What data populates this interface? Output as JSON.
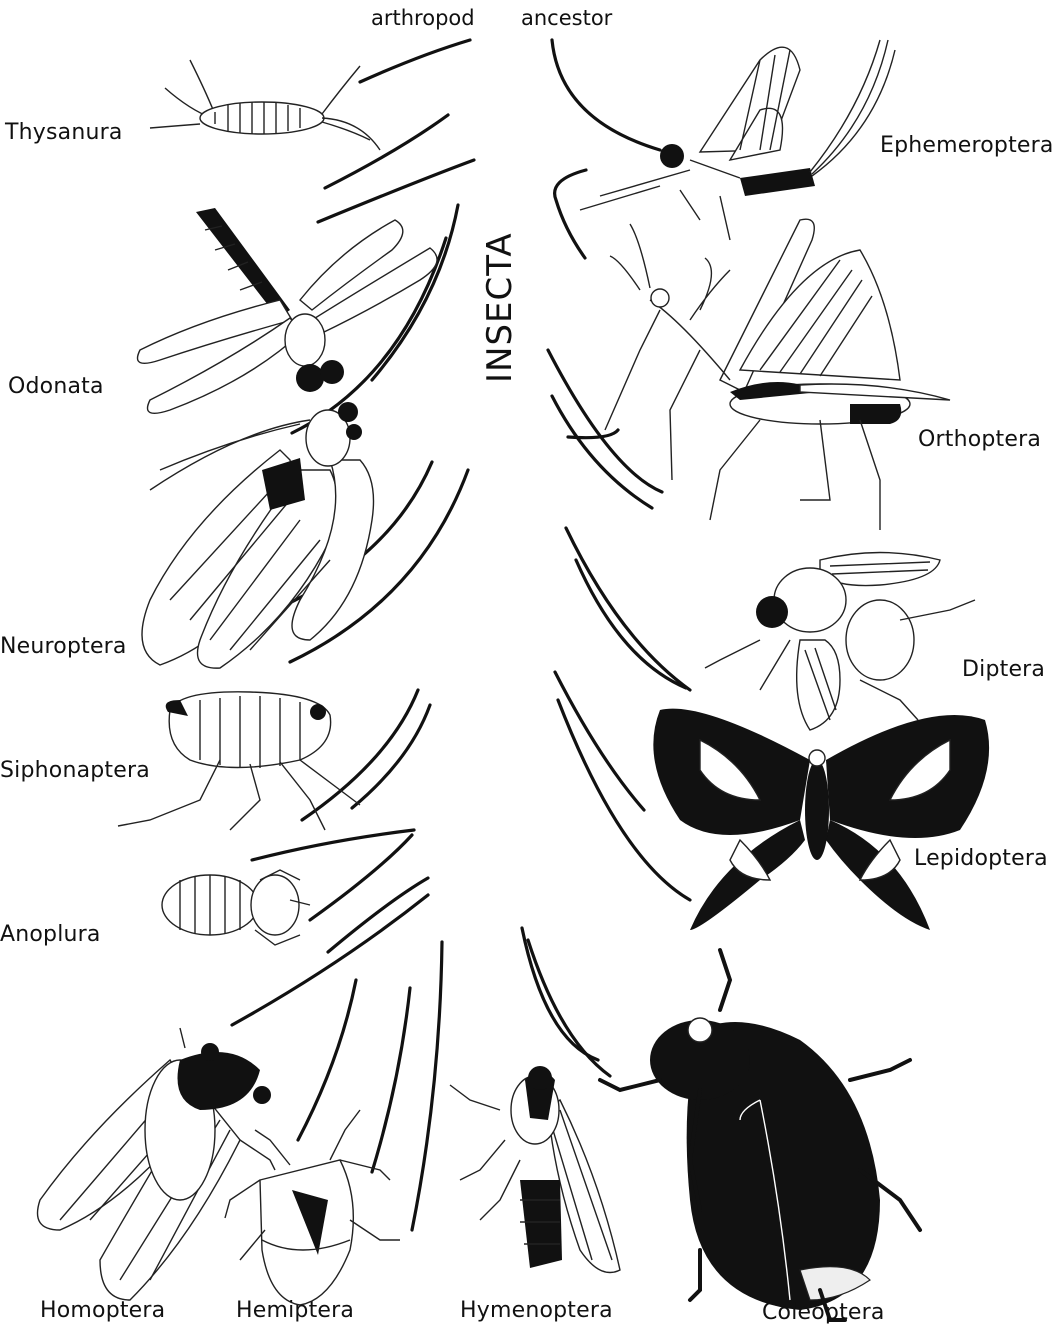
{
  "diagram": {
    "root_label": "arthropod ancestor",
    "root_word_1": "arthropod",
    "root_word_2": "ancestor",
    "group_label": "INSECTA",
    "orders": {
      "thysanura": "Thysanura",
      "ephemeroptera": "Ephemeroptera",
      "odonata": "Odonata",
      "orthoptera": "Orthoptera",
      "neuroptera": "Neuroptera",
      "diptera": "Diptera",
      "siphonaptera": "Siphonaptera",
      "lepidoptera": "Lepidoptera",
      "anoplura": "Anoplura",
      "homoptera": "Homoptera",
      "hemiptera": "Hemiptera",
      "hymenoptera": "Hymenoptera",
      "coleoptera": "Coleoptera"
    }
  },
  "colors": {
    "ink": "#111111",
    "paper": "#ffffff"
  }
}
